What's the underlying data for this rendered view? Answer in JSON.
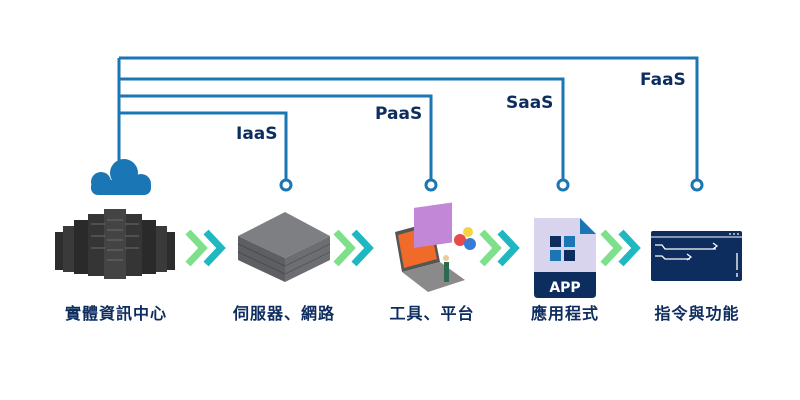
{
  "colors": {
    "connector": "#1a76b5",
    "label": "#0d2d5e",
    "chevron_light": "#7ee08a",
    "chevron_dark": "#1fb8c0",
    "app_bg": "#d8d4ee",
    "app_band": "#0d2d5e",
    "terminal_bg": "#0d2d5e"
  },
  "services": [
    {
      "label": "IaaS"
    },
    {
      "label": "PaaS"
    },
    {
      "label": "SaaS"
    },
    {
      "label": "FaaS"
    }
  ],
  "stages": [
    {
      "label": "實體資訊中心",
      "icon": "datacenter-icon"
    },
    {
      "label": "伺服器、網路",
      "icon": "server-stack-icon"
    },
    {
      "label": "工具、平台",
      "icon": "laptop-tools-icon"
    },
    {
      "label": "應用程式",
      "icon": "app-file-icon"
    },
    {
      "label": "指令與功能",
      "icon": "terminal-icon"
    }
  ],
  "app_icon_text": "APP"
}
